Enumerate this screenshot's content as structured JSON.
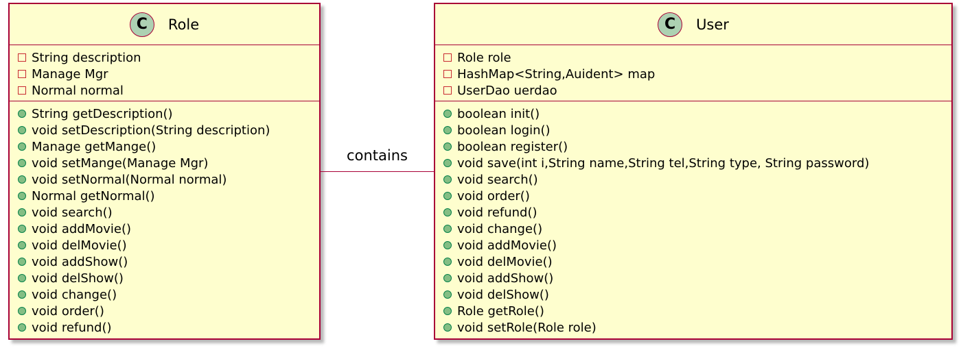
{
  "classes": {
    "role": {
      "badge": "C",
      "name": "Role",
      "fields": [
        {
          "visibility": "private",
          "text": "String description"
        },
        {
          "visibility": "private",
          "text": "Manage Mgr"
        },
        {
          "visibility": "private",
          "text": "Normal normal"
        }
      ],
      "methods": [
        {
          "visibility": "public",
          "text": "String getDescription()"
        },
        {
          "visibility": "public",
          "text": "void setDescription(String description)"
        },
        {
          "visibility": "public",
          "text": "Manage getMange()"
        },
        {
          "visibility": "public",
          "text": "void setMange(Manage Mgr)"
        },
        {
          "visibility": "public",
          "text": "void setNormal(Normal normal)"
        },
        {
          "visibility": "public",
          "text": "Normal getNormal()"
        },
        {
          "visibility": "public",
          "text": "void search()"
        },
        {
          "visibility": "public",
          "text": "void addMovie()"
        },
        {
          "visibility": "public",
          "text": "void delMovie()"
        },
        {
          "visibility": "public",
          "text": "void addShow()"
        },
        {
          "visibility": "public",
          "text": "void delShow()"
        },
        {
          "visibility": "public",
          "text": "void change()"
        },
        {
          "visibility": "public",
          "text": "void order()"
        },
        {
          "visibility": "public",
          "text": "void refund()"
        }
      ]
    },
    "user": {
      "badge": "C",
      "name": "User",
      "fields": [
        {
          "visibility": "private",
          "text": "Role role"
        },
        {
          "visibility": "private",
          "text": "HashMap<String,Auident> map"
        },
        {
          "visibility": "private",
          "text": "UserDao  uerdao"
        }
      ],
      "methods": [
        {
          "visibility": "public",
          "text": "boolean init()"
        },
        {
          "visibility": "public",
          "text": "boolean login()"
        },
        {
          "visibility": "public",
          "text": "boolean register()"
        },
        {
          "visibility": "public",
          "text": "void save(int i,String name,String tel,String type, String password)"
        },
        {
          "visibility": "public",
          "text": "void search()"
        },
        {
          "visibility": "public",
          "text": "void order()"
        },
        {
          "visibility": "public",
          "text": "void refund()"
        },
        {
          "visibility": "public",
          "text": "void change()"
        },
        {
          "visibility": "public",
          "text": "void addMovie()"
        },
        {
          "visibility": "public",
          "text": "void delMovie()"
        },
        {
          "visibility": "public",
          "text": "void addShow()"
        },
        {
          "visibility": "public",
          "text": "void delShow()"
        },
        {
          "visibility": "public",
          "text": "Role getRole()"
        },
        {
          "visibility": "public",
          "text": "void setRole(Role role)"
        }
      ]
    }
  },
  "association": {
    "label": "contains"
  },
  "colors": {
    "class_fill": "#FEFECE",
    "border": "#A80036",
    "badge_fill": "#ADD1B2",
    "private_marker": "#C82930",
    "public_marker_fill": "#84BE84",
    "public_marker_border": "#038048"
  }
}
